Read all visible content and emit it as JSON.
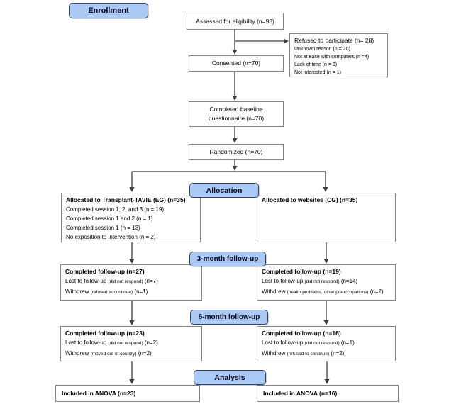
{
  "badges": {
    "enrollment": "Enrollment",
    "allocation": "Allocation",
    "followup3": "3-month follow-up",
    "followup6": "6-month follow-up",
    "analysis": "Analysis"
  },
  "boxes": {
    "assessed": "Assessed for eligibility (n=98)",
    "refused": {
      "title": "Refused to participate (n= 28)",
      "reasons": [
        "Unknown reason (n = 20)",
        "Not at ease with computers (n =4)",
        "Lack of time (n = 3)",
        "Not interested (n = 1)"
      ]
    },
    "consented": "Consented (n=70)",
    "baseline": "Completed baseline questionnaire (n=70)",
    "randomized": "Randomized (n=70)",
    "alloc_eg": {
      "title": "Allocated to Transplant-TAVIE (EG) (n=35)",
      "details": [
        "Completed session 1, 2, and 3 (n = 19)",
        "Completed session 1 and 2 (n = 1)",
        "Completed session 1 (n = 13)",
        "No exposition to intervention (n = 2)"
      ]
    },
    "alloc_cg": {
      "title": "Allocated to websites (CG) (n=35)"
    },
    "f3_eg": {
      "title": "Completed follow-up (n=27)",
      "lost": {
        "pre": "Lost to follow-up ",
        "small": "(did not respond)",
        "post": " (n=7)"
      },
      "withdrew": {
        "pre": "Withdrew ",
        "small": "(refused to continue)",
        "post": " (n=1)"
      }
    },
    "f3_cg": {
      "title": "Completed follow-up (n=19)",
      "lost": {
        "pre": "Lost to follow-up ",
        "small": "(did not respond)",
        "post": " (n=14)"
      },
      "withdrew": {
        "pre": "Withdrew ",
        "small": "(health problems, other preoccupations)",
        "post": " (n=2)"
      }
    },
    "f6_eg": {
      "title": "Completed follow-up (n=23)",
      "lost": {
        "pre": "Lost to follow-up ",
        "small": "(did not respond)",
        "post": " (n=2)"
      },
      "withdrew": {
        "pre": "Withdrew ",
        "small": "(moved out of country)",
        "post": " (n=2)"
      }
    },
    "f6_cg": {
      "title": "Completed follow-up (n=16)",
      "lost": {
        "pre": "Lost to follow-up ",
        "small": "(did not respond)",
        "post": " (n=1)"
      },
      "withdrew": {
        "pre": "Withdrew ",
        "small": "(refused to continue)",
        "post": " (n=2)"
      }
    },
    "anova_eg": "Included in ANOVA (n=23)",
    "anova_cg": "Included in ANOVA (n=16)"
  },
  "colors": {
    "badge_fill": "#aac9f5",
    "badge_border": "#36435c",
    "box_border": "#838383",
    "connector": "#404040",
    "text": "#000000"
  }
}
